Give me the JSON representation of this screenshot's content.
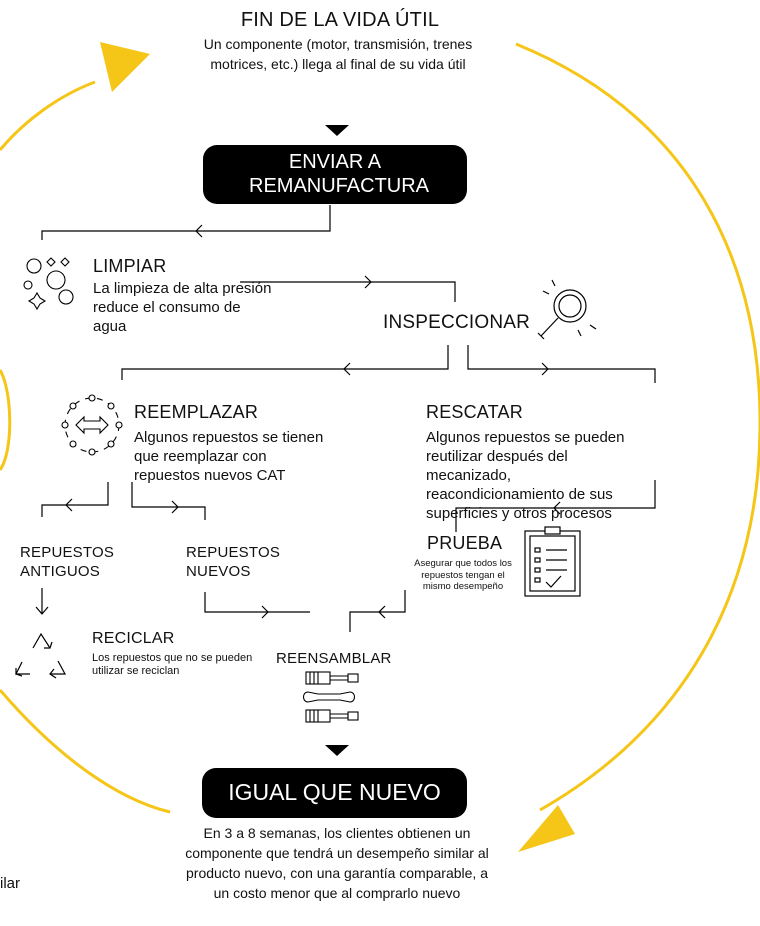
{
  "end_of_life": {
    "title": "FIN DE LA VIDA ÚTIL",
    "description": "Un componente (motor, transmisión, trenes motrices, etc.) llega al final de su vida útil"
  },
  "send_to_reman": {
    "label": "ENVIAR A REMANUFACTURA"
  },
  "clean": {
    "title": "LIMPIAR",
    "description": "La limpieza de alta presión reduce el consumo de agua"
  },
  "inspect": {
    "title": "INSPECCIONAR"
  },
  "replace": {
    "title": "REEMPLAZAR",
    "description": "Algunos repuestos se tienen que reemplazar con repuestos nuevos CAT"
  },
  "salvage": {
    "title": "RESCATAR",
    "description": "Algunos repuestos se pueden reutilizar después del mecanizado, reacondicionamiento de sus superficies y otros procesos"
  },
  "old_parts": {
    "label": "REPUESTOS ANTIGUOS"
  },
  "new_parts": {
    "label": "REPUESTOS NUEVOS"
  },
  "test": {
    "title": "PRUEBA",
    "description": "Asegurar que todos los repuestos tengan el mismo desempeño"
  },
  "recycle": {
    "title": "RECICLAR",
    "description": "Los repuestos que no se pueden utilizar se reciclan"
  },
  "reassemble": {
    "title": "REENSAMBLAR"
  },
  "like_new": {
    "label": "IGUAL QUE NUEVO",
    "description": "En 3 a 8 semanas, los clientes obtienen un componente que tendrá un desempeño similar al producto nuevo, con una garantía comparable, a un costo menor que al comprarlo nuevo"
  },
  "cut_off_text": "ilar",
  "colors": {
    "accent": "#F5C518",
    "pill_bg": "#000000",
    "text": "#111111"
  },
  "icons": [
    "bubbles-icon",
    "magnifier-icon",
    "exchange-icon",
    "checklist-icon",
    "recycle-icon",
    "tools-icon"
  ]
}
